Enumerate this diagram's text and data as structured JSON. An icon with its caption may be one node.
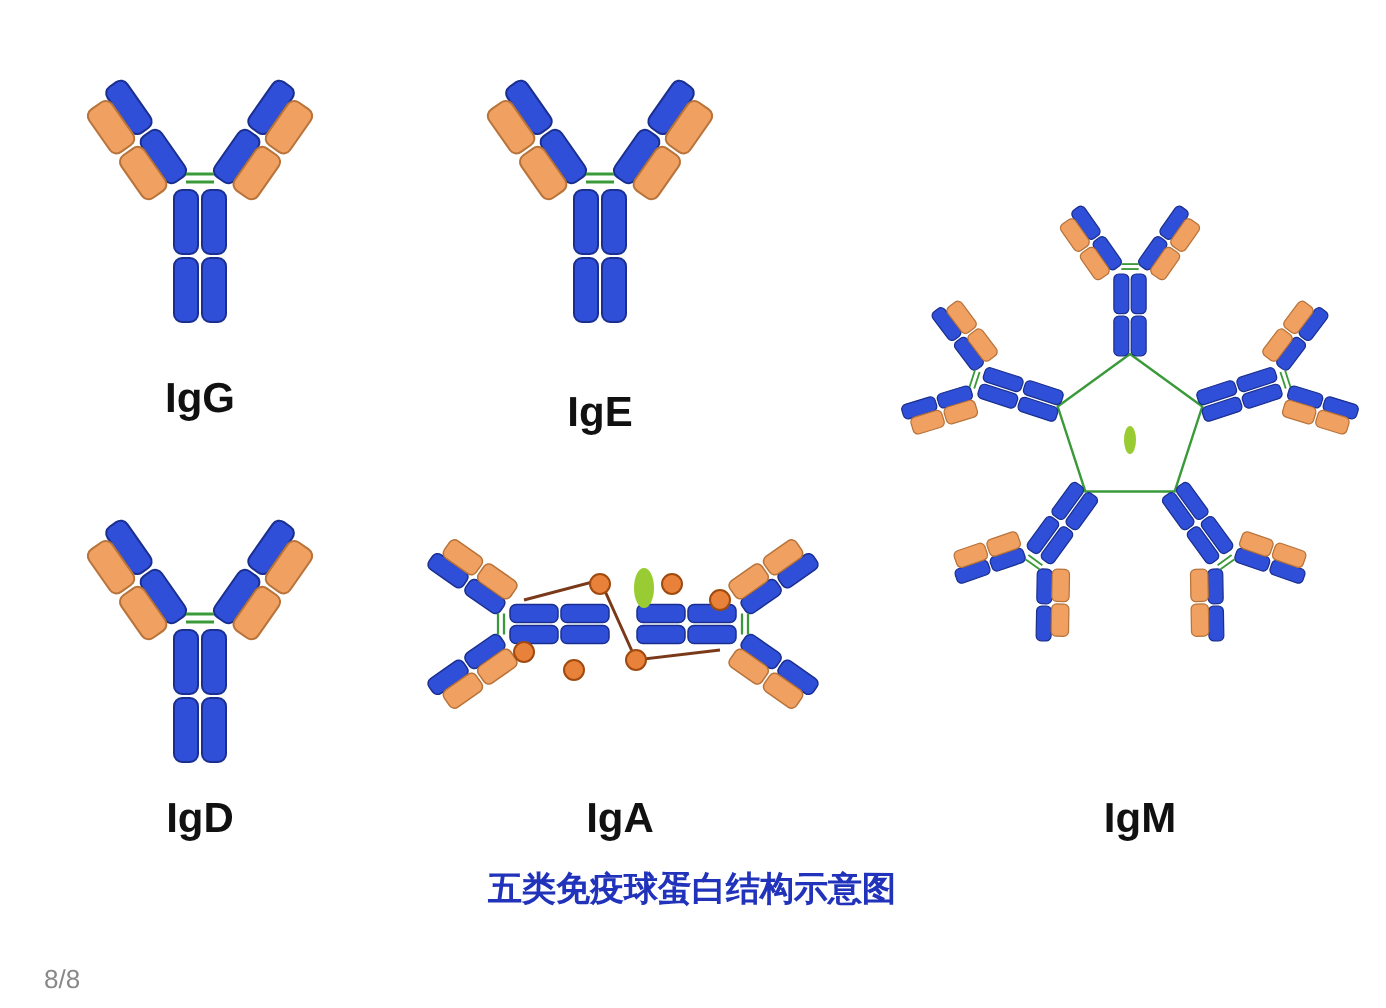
{
  "diagram": {
    "caption": "五类免疫球蛋白结构示意图",
    "labels": [
      "IgG",
      "IgE",
      "IgD",
      "IgA",
      "IgM",
      "8/8"
    ]
  }
}
